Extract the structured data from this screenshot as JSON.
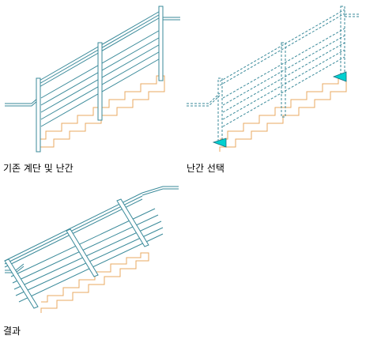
{
  "captions": {
    "existing": "기존 계단 및 난간",
    "select": "난간 선택",
    "result": "결과"
  },
  "colors": {
    "railing": "#3a8a9a",
    "stair": "#e8a860",
    "grip": "#00d0d0"
  }
}
